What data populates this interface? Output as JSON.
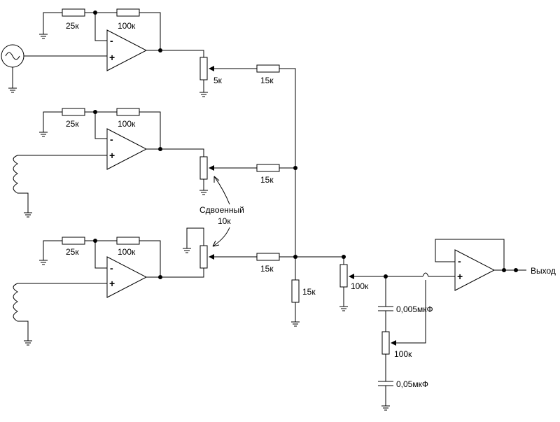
{
  "labels": {
    "r25k_1": "25к",
    "r100k_1": "100к",
    "pot5k": "5к",
    "r15k_1": "15к",
    "r25k_2": "25к",
    "r100k_2": "100к",
    "r15k_2": "15к",
    "dual_pot_name": "Сдвоенный",
    "dual_pot_value": "10к",
    "r25k_3": "25к",
    "r100k_3": "100к",
    "r15k_3": "15к",
    "r15k_shunt": "15к",
    "pot100k_1": "100к",
    "cap_1": "0,005мкФ",
    "pot100k_2": "100к",
    "cap_2": "0,05мкФ",
    "output": "Выход"
  },
  "opamp_signs": {
    "minus": "-",
    "plus": "+"
  }
}
